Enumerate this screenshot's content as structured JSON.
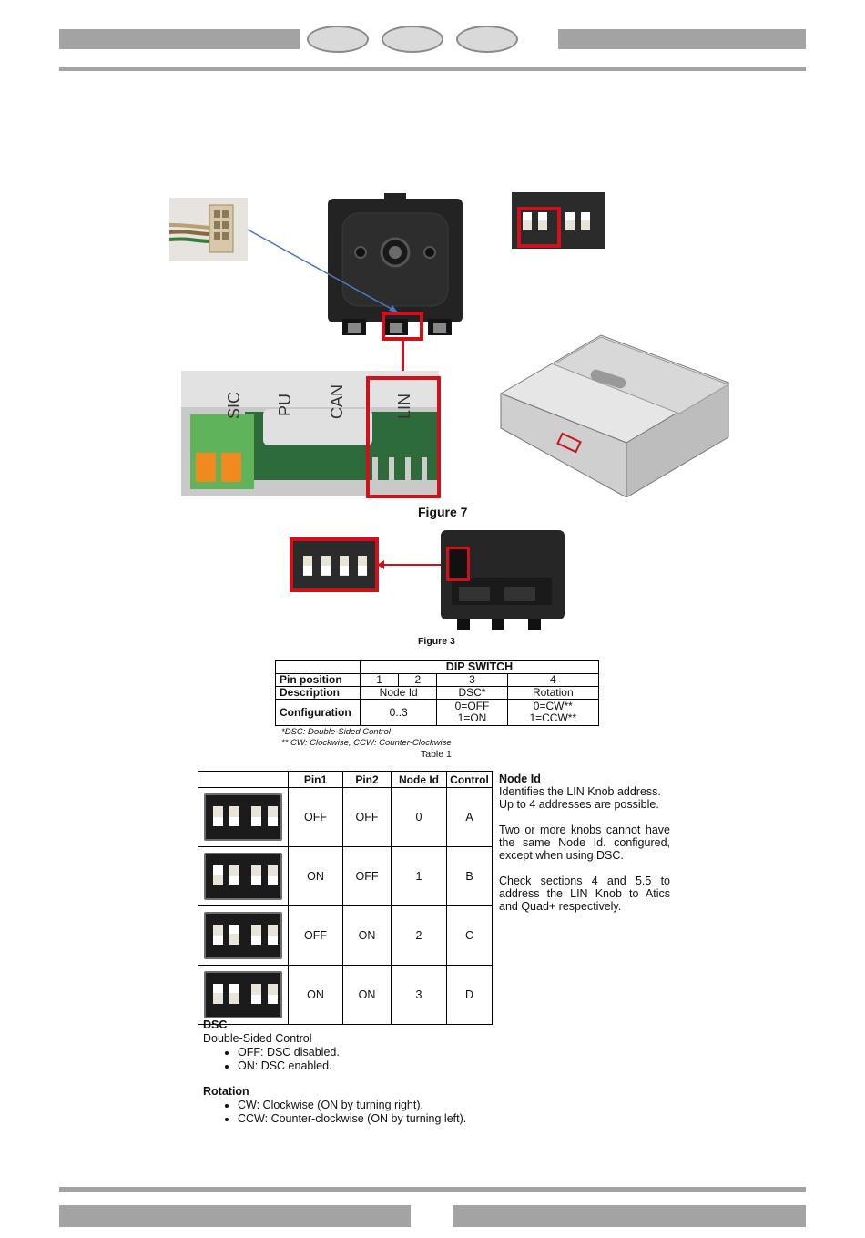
{
  "figure7": {
    "caption": "Figure 7"
  },
  "figure3": {
    "caption": "Figure 3"
  },
  "photo_labels": {
    "sic": "SIC",
    "pu": "PU",
    "can": "CAN",
    "lin": "LIN"
  },
  "table1": {
    "dip_switch": "DIP SWITCH",
    "pin_position": "Pin position",
    "description": "Description",
    "configuration": "Configuration",
    "pins": [
      "1",
      "2",
      "3",
      "4"
    ],
    "node_id": "Node Id",
    "dsc": "DSC*",
    "rotation": "Rotation",
    "config_range": "0..3",
    "dsc_off": "0=OFF",
    "dsc_on": "1=ON",
    "rot_cw": "0=CW**",
    "rot_ccw": "1=CCW**",
    "note1": "*DSC: Double-Sided Control",
    "note2": "** CW: Clockwise, CCW: Counter-Clockwise",
    "caption": "Table 1"
  },
  "table2": {
    "headers": [
      "",
      "Pin1",
      "Pin2",
      "Node Id",
      "Control"
    ],
    "rows": [
      {
        "pin1": "OFF",
        "pin2": "OFF",
        "node": "0",
        "control": "A",
        "s1": 0,
        "s2": 0
      },
      {
        "pin1": "ON",
        "pin2": "OFF",
        "node": "1",
        "control": "B",
        "s1": 1,
        "s2": 0
      },
      {
        "pin1": "OFF",
        "pin2": "ON",
        "node": "2",
        "control": "C",
        "s1": 0,
        "s2": 1
      },
      {
        "pin1": "ON",
        "pin2": "ON",
        "node": "3",
        "control": "D",
        "s1": 1,
        "s2": 1
      }
    ]
  },
  "node_notes": {
    "title": "Node Id",
    "p1": "Identifies the LIN Knob address. Up to 4 addresses are possible.",
    "p2": "Two or more knobs cannot have the same Node Id. configured, except when using DSC.",
    "p3": "Check sections 4 and 5.5 to address the LIN Knob to Atics and Quad+ respectively."
  },
  "dsc_section": {
    "title": "DSC",
    "subtitle": "Double-Sided Control",
    "items": [
      "OFF: DSC disabled.",
      "ON: DSC enabled."
    ]
  },
  "rotation_section": {
    "title": "Rotation",
    "items": [
      "CW: Clockwise (ON by turning right).",
      "CCW: Counter-clockwise (ON by turning left)."
    ]
  }
}
